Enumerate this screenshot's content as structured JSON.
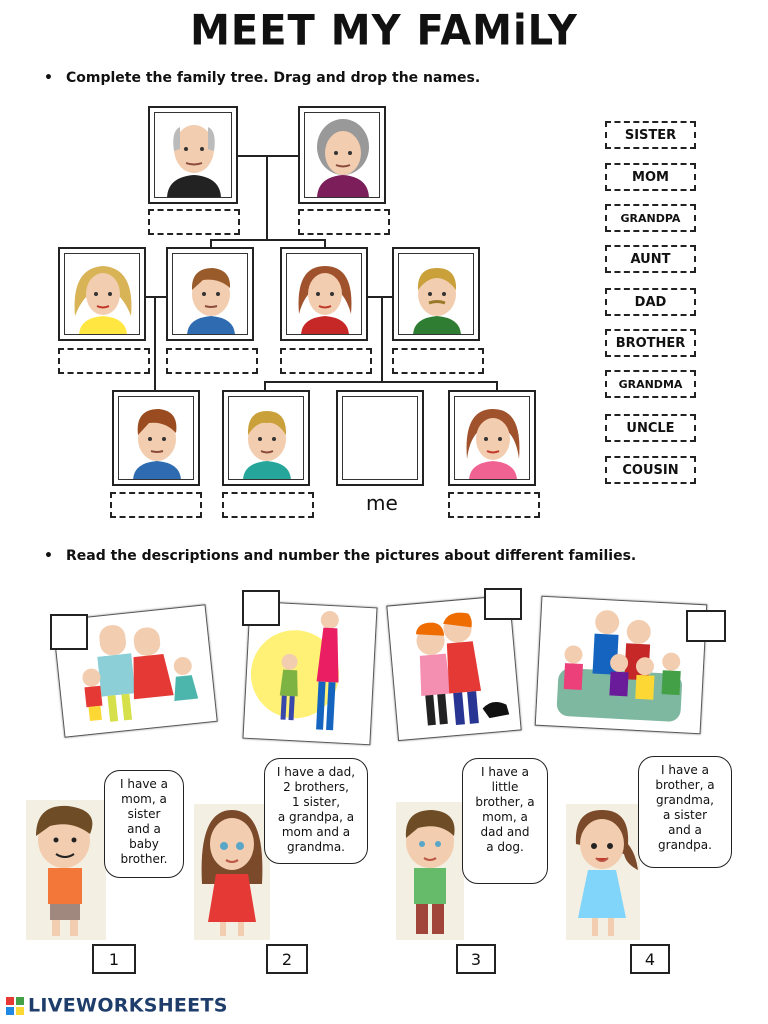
{
  "title": "MEET MY FAMiLY",
  "instructions": {
    "tree": "Complete the family tree. Drag and drop the names.",
    "descriptions": "Read the descriptions and number the pictures about different families."
  },
  "word_bank": [
    "SISTER",
    "MOM",
    "GRANDPA",
    "AUNT",
    "DAD",
    "BROTHER",
    "GRANDMA",
    "UNCLE",
    "COUSIN"
  ],
  "tree": {
    "me_label": "me"
  },
  "descriptions": [
    {
      "number": "1",
      "text": "I have a\nmom, a\nsister\nand a\nbaby\nbrother."
    },
    {
      "number": "2",
      "text": "I have a dad,\n2 brothers,\n1 sister,\na grandpa, a\nmom and a\ngrandma."
    },
    {
      "number": "3",
      "text": "I have a\nlittle\nbrother, a\nmom, a\ndad and\na dog."
    },
    {
      "number": "4",
      "text": "I have a\nbrother, a\ngrandma,\na sister\nand a\ngrandpa."
    }
  ],
  "footer": {
    "brand": "LIVEWORKSHEETS"
  },
  "colors": {
    "footer_text": "#1f3d6b",
    "logo": [
      "#e53935",
      "#43a047",
      "#1e88e5",
      "#fdd835"
    ]
  }
}
